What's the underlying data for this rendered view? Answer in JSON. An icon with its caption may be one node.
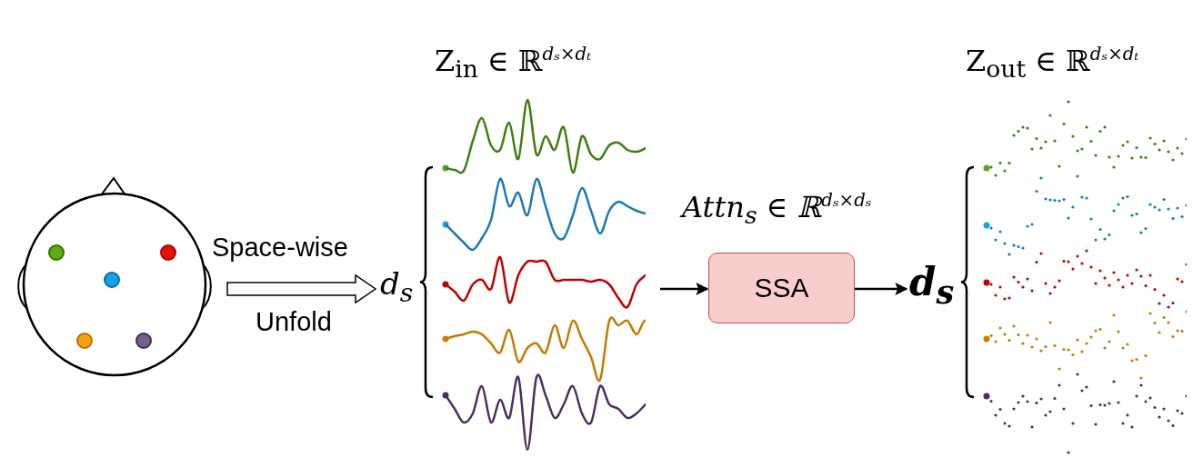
{
  "diagram": {
    "nodes": [
      {
        "text": [],
        "shape": "picture"
      },
      {
        "text": [
          "Z$_{in}$ ∈ ℝ$^{dₛ×dₜ}$"
        ],
        "beside": [
          "d$_{s}$"
        ]
      },
      {
        "text": [
          "SSA"
        ],
        "beside": [
          "Attn$_{s}$ ∈ ℝ$^{dₛ×dₛ}$"
        ]
      },
      {
        "text": [
          "Z$_{out}$ ∈ ℝ$^{dₛ×dₜ}$"
        ],
        "beside": [
          "d$_{s}$"
        ]
      }
    ],
    "edges": [
      {
        "from": 0,
        "to": 1,
        "arrow": "to",
        "style": "thick"
      },
      {
        "from": 1,
        "to": 2,
        "arrow": "to"
      },
      {
        "from": 2,
        "to": 3,
        "arrow": "to"
      }
    ],
    "labels": [
      "Space-wise",
      "Unfold"
    ]
  }
}
